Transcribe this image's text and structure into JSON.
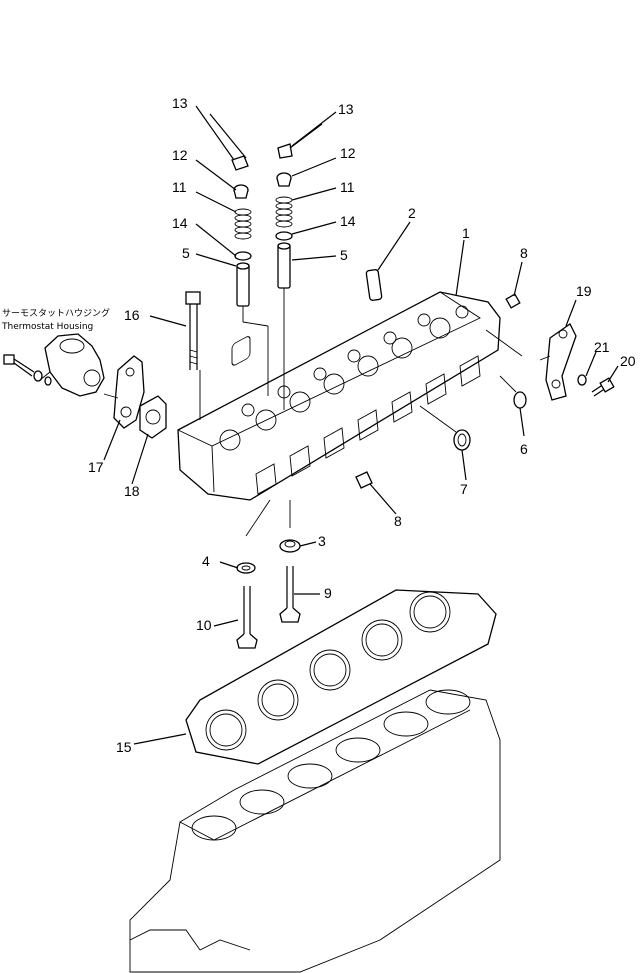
{
  "thermostat_label": {
    "japanese": "サーモスタットハウジング",
    "english": "Thermostat  Housing"
  },
  "callouts": {
    "c1": "1",
    "c2": "2",
    "c3": "3",
    "c4": "4",
    "c5a": "5",
    "c5b": "5",
    "c6": "6",
    "c7": "7",
    "c8a": "8",
    "c8b": "8",
    "c9": "9",
    "c10": "10",
    "c11a": "11",
    "c11b": "11",
    "c12a": "12",
    "c12b": "12",
    "c13a": "13",
    "c13b": "13",
    "c14a": "14",
    "c14b": "14",
    "c15": "15",
    "c16": "16",
    "c17": "17",
    "c18": "18",
    "c19": "19",
    "c20": "20",
    "c21": "21"
  }
}
